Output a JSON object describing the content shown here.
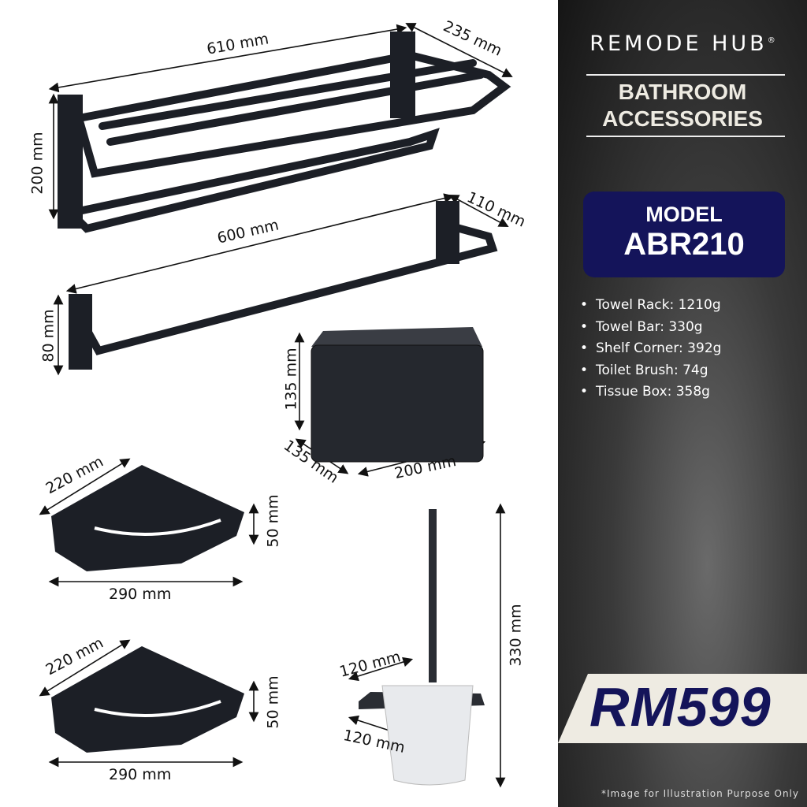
{
  "brand": {
    "name": "REMODE HUB",
    "registered": "®"
  },
  "title": {
    "line1": "BATHROOM",
    "line2": "ACCESSORIES"
  },
  "model": {
    "label": "MODEL",
    "value": "ABR210"
  },
  "specs": [
    "Towel Rack: 1210g",
    "Towel Bar: 330g",
    "Shelf Corner: 392g",
    "Toilet Brush: 74g",
    "Tissue Box: 358g"
  ],
  "price": "RM599",
  "note": "*Image for Illustration Purpose Only",
  "dimensions": {
    "towel_rack": {
      "length": "610 mm",
      "depth": "235 mm",
      "height": "200 mm"
    },
    "towel_bar": {
      "length": "600 mm",
      "depth": "110 mm",
      "height": "80 mm"
    },
    "tissue_box": {
      "height": "135 mm",
      "depth": "135 mm",
      "width": "200 mm"
    },
    "shelf_1": {
      "side": "220 mm",
      "height": "50 mm",
      "width": "290 mm"
    },
    "shelf_2": {
      "side": "220 mm",
      "height": "50 mm",
      "width": "290 mm"
    },
    "toilet_brush": {
      "top": "120 mm",
      "bottom": "120 mm",
      "height": "330 mm"
    }
  },
  "colors": {
    "navy": "#14145a",
    "cream": "#eeebe2",
    "product": "#1c1f26"
  }
}
